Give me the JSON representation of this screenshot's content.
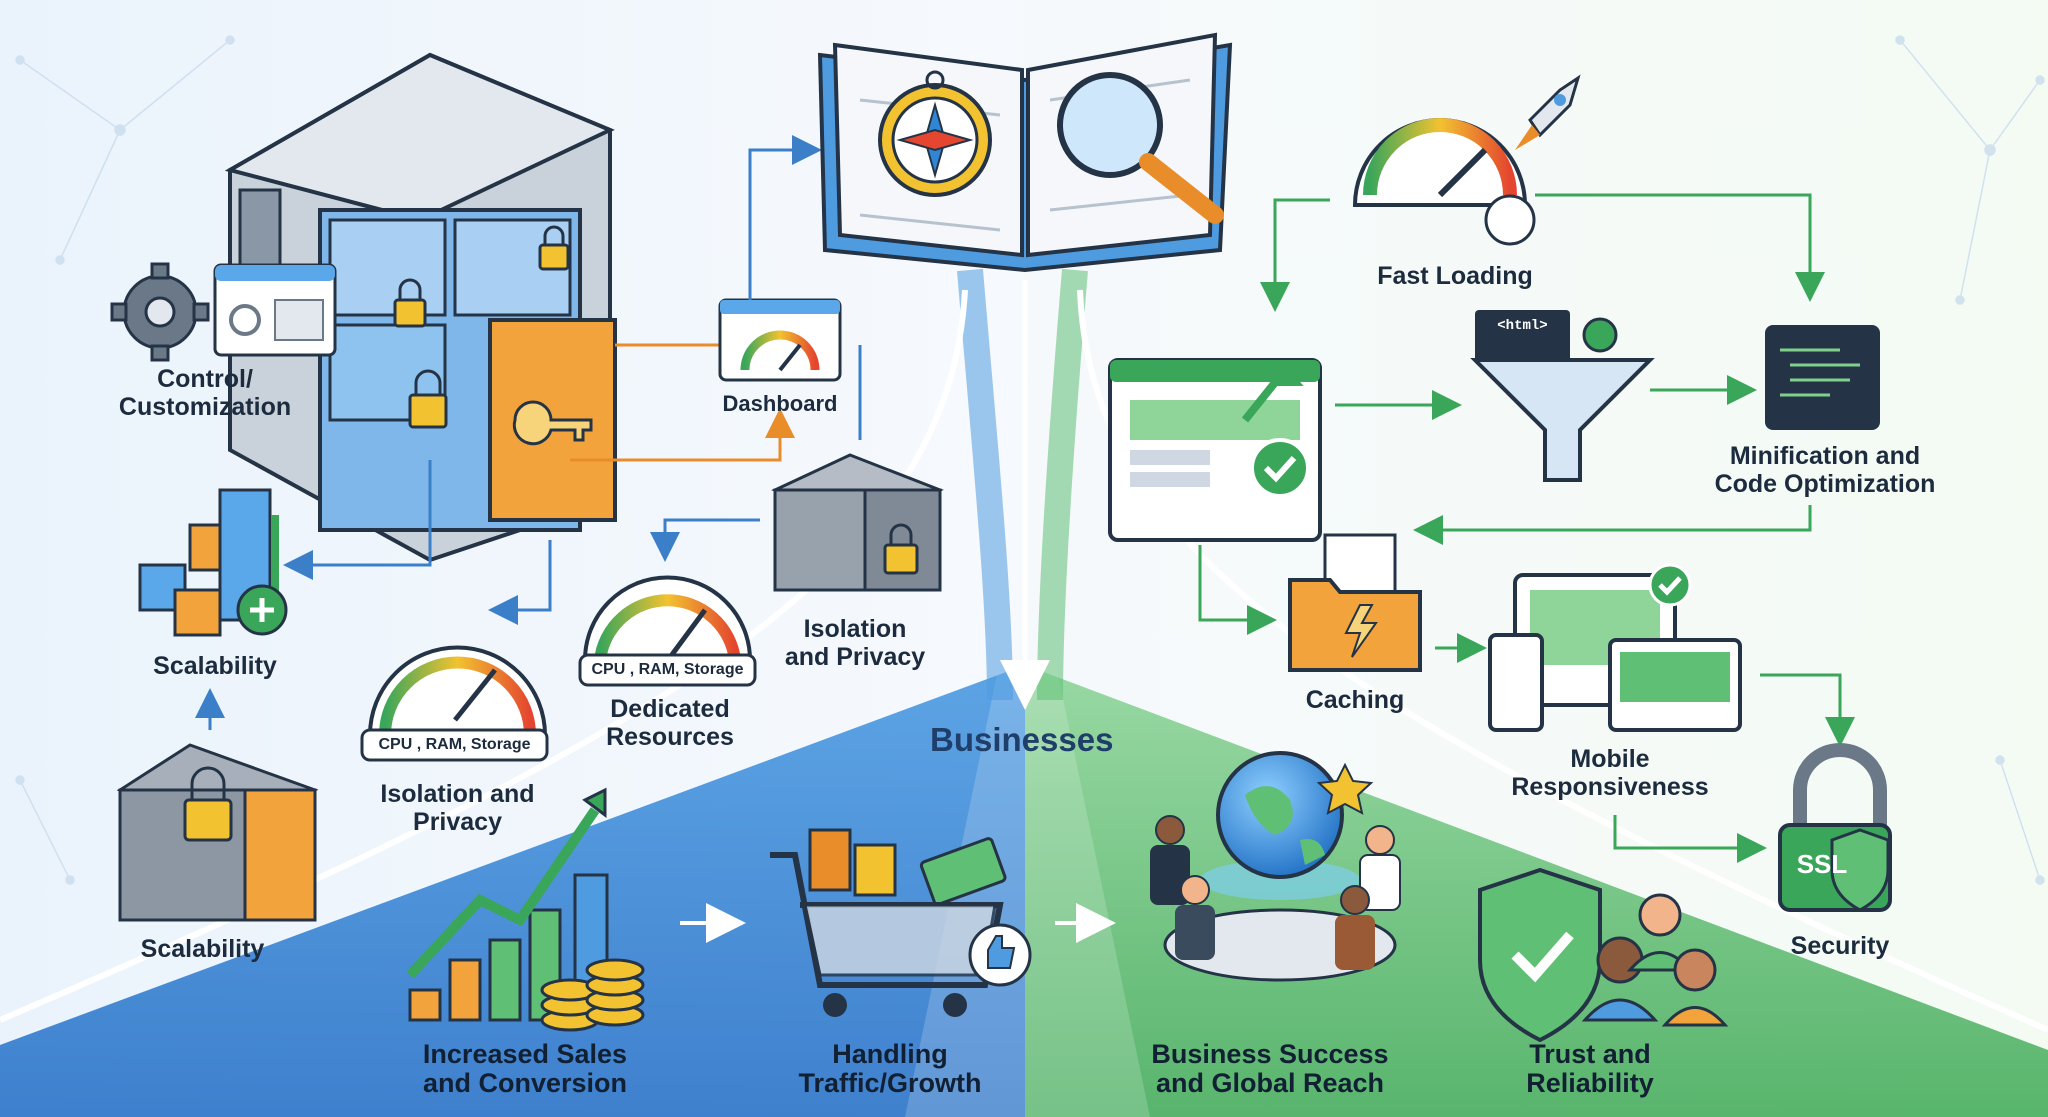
{
  "center_title": "Businesses",
  "left": {
    "control": "Control/\nCustomization",
    "dashboard": "Dashboard",
    "scalability_top": "Scalability",
    "scalability_bottom": "Scalability",
    "isolation_right": "Isolation\nand Privacy",
    "isolation_left": "Isolation and\nPrivacy",
    "dedicated": "Dedicated\nResources",
    "gauge_tag": "CPU , RAM, Storage"
  },
  "right": {
    "fast_loading": "Fast Loading",
    "minification": "Minification and\nCode Optimization",
    "caching": "Caching",
    "mobile": "Mobile\nResponsiveness",
    "security": "Security",
    "ssl": "SSL",
    "code_snippet": "<html>"
  },
  "bottom": {
    "sales": "Increased Sales\nand Conversion",
    "traffic": "Handling\nTraffic/Growth",
    "success": "Business Success\nand Global Reach",
    "trust": "Trust and\nReliability"
  },
  "colors": {
    "blue_accent": "#2f86d6",
    "green_accent": "#3aa65a",
    "orange_accent": "#f0a23a",
    "dark_text": "#1c2b3d"
  },
  "icons": [
    "server-icon",
    "book-icon",
    "compass-icon",
    "magnifier-icon",
    "gear-icon",
    "browser-icon",
    "gauge-icon",
    "padlock-icon",
    "brick-wall-icon",
    "bar-chart-icon",
    "rocket-icon",
    "speedometer-icon",
    "funnel-icon",
    "code-editor-icon",
    "folder-icon",
    "devices-icon",
    "ssl-shield-icon",
    "coins-icon",
    "shopping-cart-icon",
    "globe-icon",
    "meeting-icon",
    "shield-check-icon",
    "people-icon",
    "thumbs-up-icon",
    "star-icon"
  ]
}
